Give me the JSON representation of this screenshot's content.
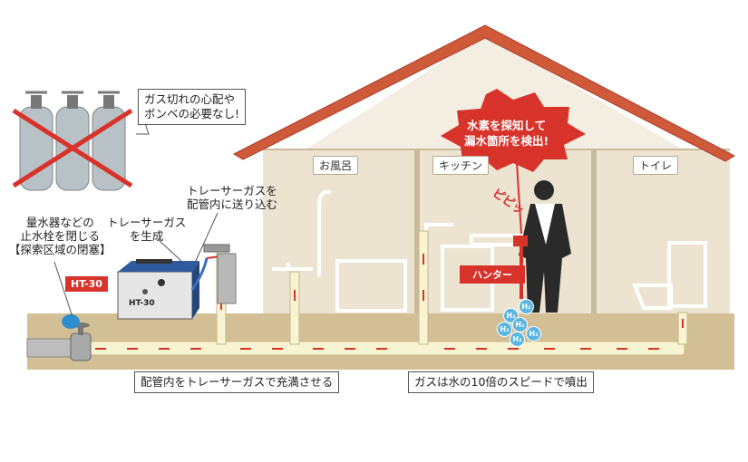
{
  "callouts": {
    "no_cylinder": [
      "ガス切れの心配や",
      "ボンベの必要なし!"
    ],
    "send_gas": [
      "トレーサーガスを",
      "配管内に送り込む"
    ],
    "generate_gas": [
      "トレーサーガス",
      "を生成"
    ],
    "close_valve": [
      "量水器などの",
      "止水栓を閉じる",
      "【探索区域の閉塞】"
    ],
    "fill_pipe": "配管内をトレーサーガスで充満させる",
    "gas_speed": "ガスは水の10倍のスピードで噴出"
  },
  "burst": [
    "水素を探知して",
    "漏水箇所を検出!"
  ],
  "rooms": [
    "お風呂",
    "キッチン",
    "トイレ"
  ],
  "model_tag": "HT-30",
  "machine_label": "HT-30",
  "hunter_tag": "ハンター",
  "beep": "ピピッ",
  "h2_label": "H₂",
  "colors": {
    "ground": "#d3bf96",
    "wall": "#ede3d1",
    "roof": "#cf5a3a",
    "pipe": "#c8c8c8",
    "gas_flow": "#d8332a",
    "accent_red": "#d8332a",
    "machine_blue": "#2f5a9e"
  }
}
